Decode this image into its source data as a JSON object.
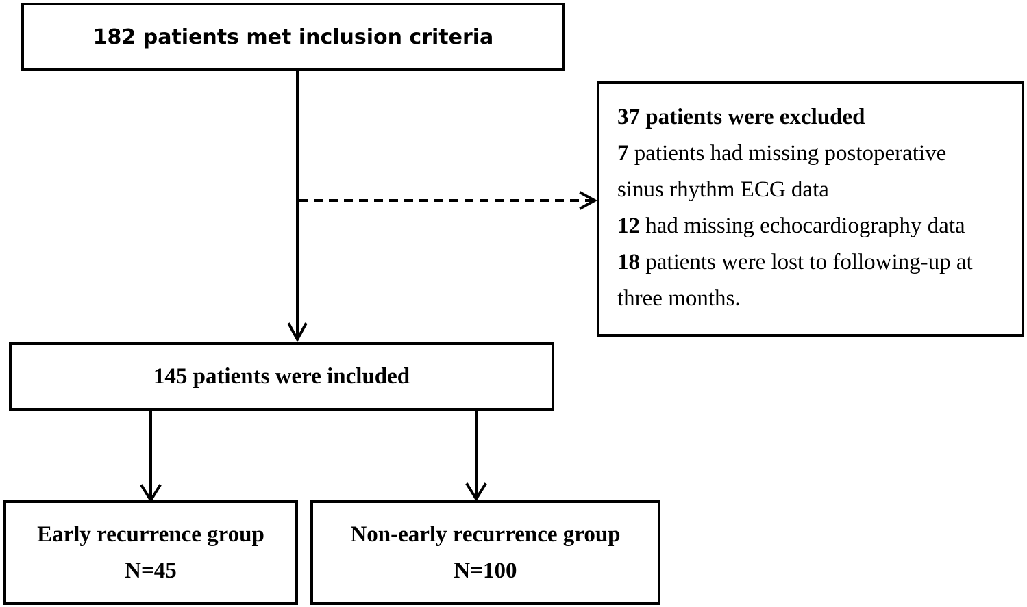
{
  "flowchart": {
    "met_inclusion": "182 patients met inclusion criteria",
    "excluded": {
      "heading": "37 patients were excluded",
      "line1_count": "7",
      "line1_text": " patients had missing postoperative",
      "line2_text": "sinus rhythm ECG data",
      "line3_count": "12",
      "line3_text": " had missing echocardiography data",
      "line4_count": "18",
      "line4_text": " patients were lost to following-up at",
      "line5_text": "three months."
    },
    "included": "145 patients were included",
    "early_group": {
      "label": "Early recurrence group",
      "n": "N=45"
    },
    "nonearly_group": {
      "label": "Non-early recurrence group",
      "n": "N=100"
    }
  }
}
